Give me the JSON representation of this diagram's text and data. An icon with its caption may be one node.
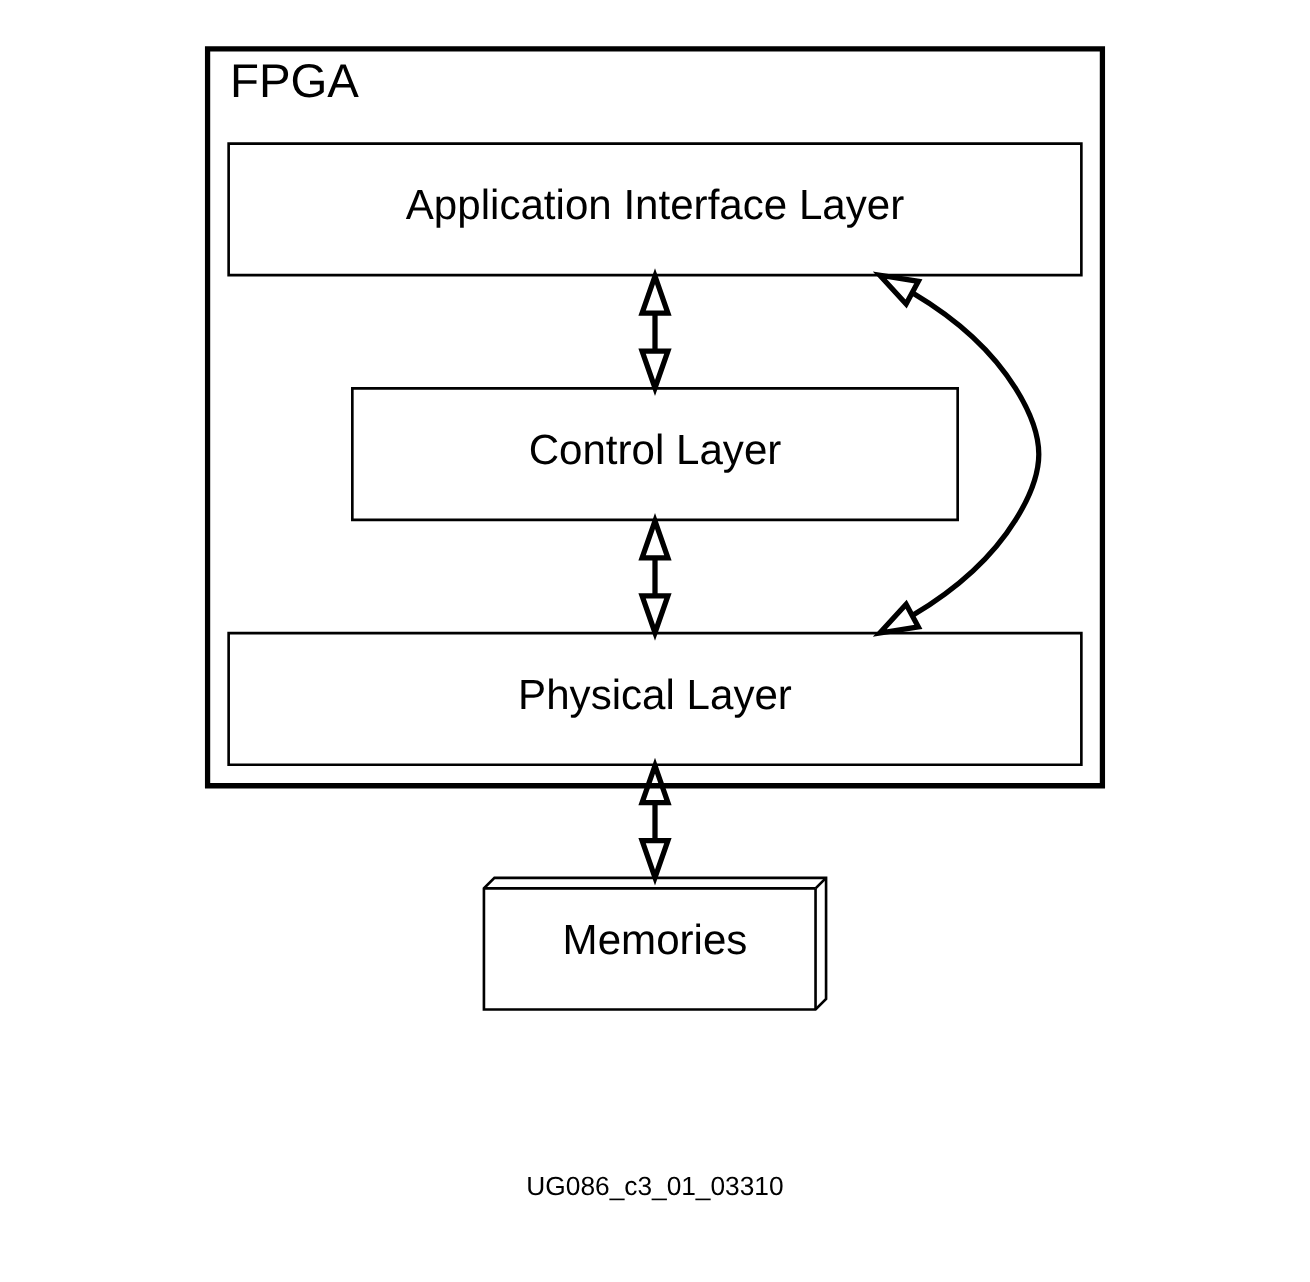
{
  "diagram": {
    "nodes": [
      {
        "text": [
          "FPGA"
        ]
      },
      {
        "text": [
          "Application Interface Layer"
        ],
        "in": 0
      },
      {
        "text": [
          "Control Layer"
        ],
        "in": 0
      },
      {
        "text": [
          "Physical Layer"
        ],
        "in": 0
      },
      {
        "text": [
          "Memories"
        ]
      }
    ],
    "edges": [
      {
        "from": 1,
        "to": 2,
        "arrow": "both"
      },
      {
        "from": 2,
        "to": 3,
        "arrow": "both"
      },
      {
        "from": 1,
        "to": 3,
        "arrow": "both"
      },
      {
        "from": 3,
        "to": 4,
        "arrow": "both"
      }
    ],
    "labels": [
      "UG086_c3_01_03310"
    ]
  }
}
